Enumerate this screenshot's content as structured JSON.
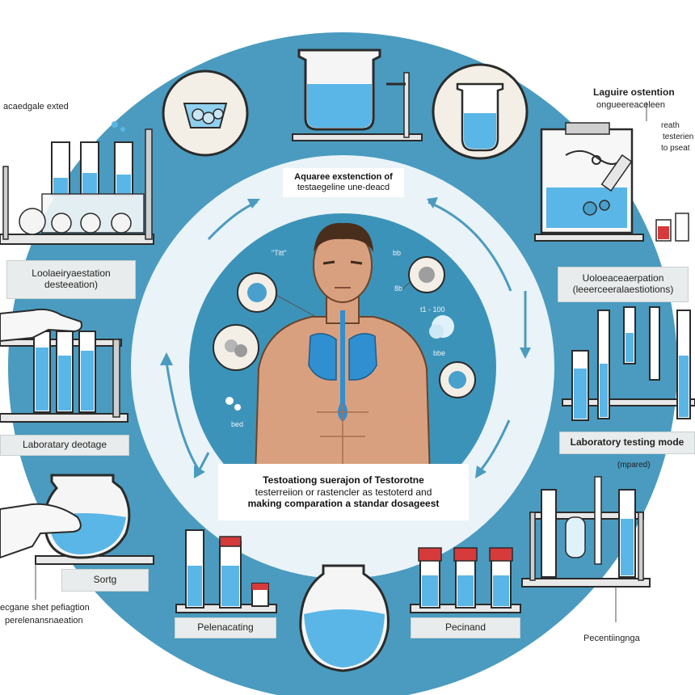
{
  "colors": {
    "ring": "#4a9bbf",
    "inner_band": "#eaf3f7",
    "inner_disc": "#3c93b9",
    "liquid": "#5ab6e6",
    "arrow": "#4a9bbf",
    "skin": "#d9a07f",
    "hair": "#4a2e1c",
    "cap_red": "#d63a3a"
  },
  "center": {
    "top_title": "Aquaree exstenction of",
    "top_subtitle": "testaegeline une-deacd",
    "bottom_line1": "Testoationg suerajon of Testorotne",
    "bottom_line2": "testerreiion or rastencler as testoterd and",
    "bottom_line3": "making comparation a standar dosageest"
  },
  "human_annotations": {
    "a": "\"Titt\"",
    "b": "bb",
    "c": "8b",
    "d": "t1 - 100",
    "e": "bbe",
    "f": "bed"
  },
  "labels": {
    "top_left": "acaedgale exted",
    "top_right_title": "Laguire ostention",
    "top_right_sub": "ongueereaceleen",
    "right_small_1": "reath",
    "right_small_2": "testerien",
    "right_small_3": "to pseat",
    "left_mid_box_1": "Loolaeiryaestation",
    "left_mid_box_2": "desteeation)",
    "right_mid_box_1": "Uoloeaceaerpation",
    "right_mid_box_2": "(leeerceeralaestiotions)",
    "left_lower_box": "Laboratary deotage",
    "right_lower_box": "Laboratory testing mode",
    "right_lower_note": "(mpared)",
    "sorting_box": "Sortg",
    "bottom_left_1": "ecgane shet pefiagtion",
    "bottom_left_2": "perelenansnaeation",
    "bottom_center_left": "Pelenacating",
    "bottom_center_right": "Pecinand",
    "bottom_right": "Pecentiingnga"
  }
}
